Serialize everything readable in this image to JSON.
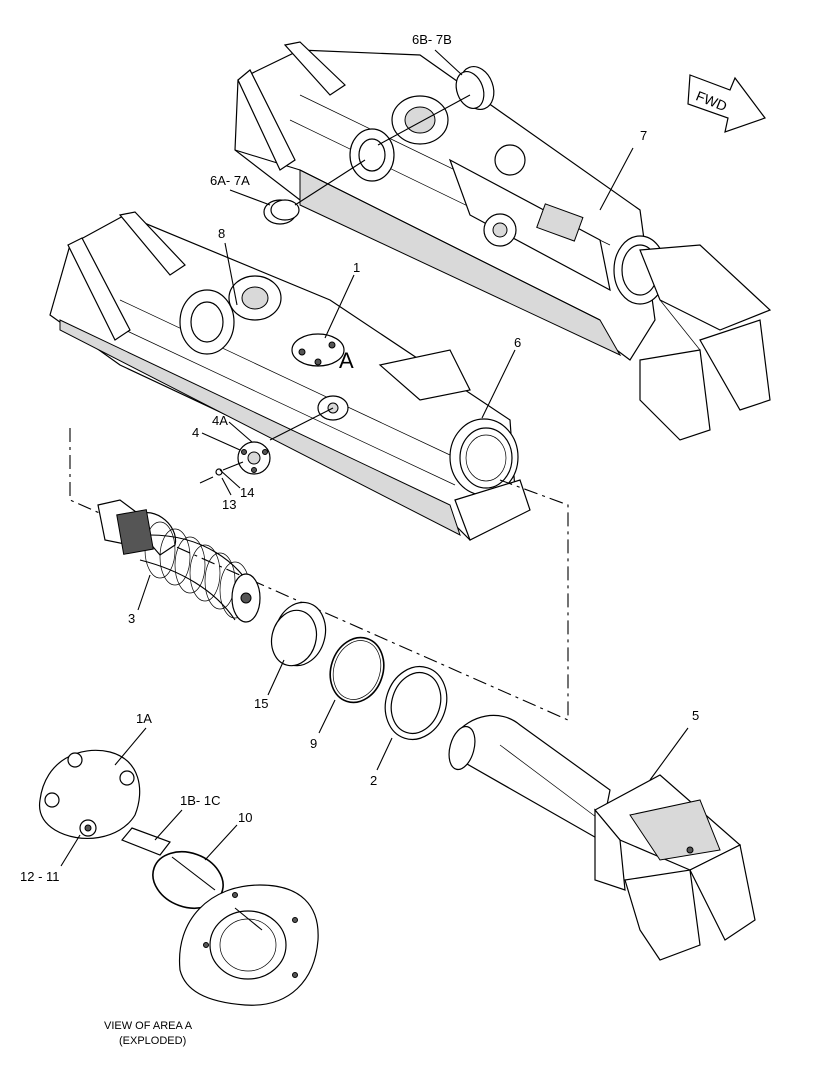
{
  "labels": {
    "l_6b_7b": "6B- 7B",
    "l_6a_7a": "6A- 7A",
    "l_7": "7",
    "l_8": "8",
    "l_1": "1",
    "l_a": "A",
    "l_6": "6",
    "l_4a": "4A",
    "l_4": "4",
    "l_14": "14",
    "l_13": "13",
    "l_3": "3",
    "l_15": "15",
    "l_9": "9",
    "l_2": "2",
    "l_5": "5",
    "l_1a": "1A",
    "l_1b_1c": "1B- 1C",
    "l_10": "10",
    "l_12_11": "12 - 11"
  },
  "fwd_arrow": {
    "text": "FWD",
    "icon": "forward-direction-arrow-icon"
  },
  "caption": {
    "line1": "VIEW OF AREA  A",
    "line2": "(EXPLODED)"
  }
}
